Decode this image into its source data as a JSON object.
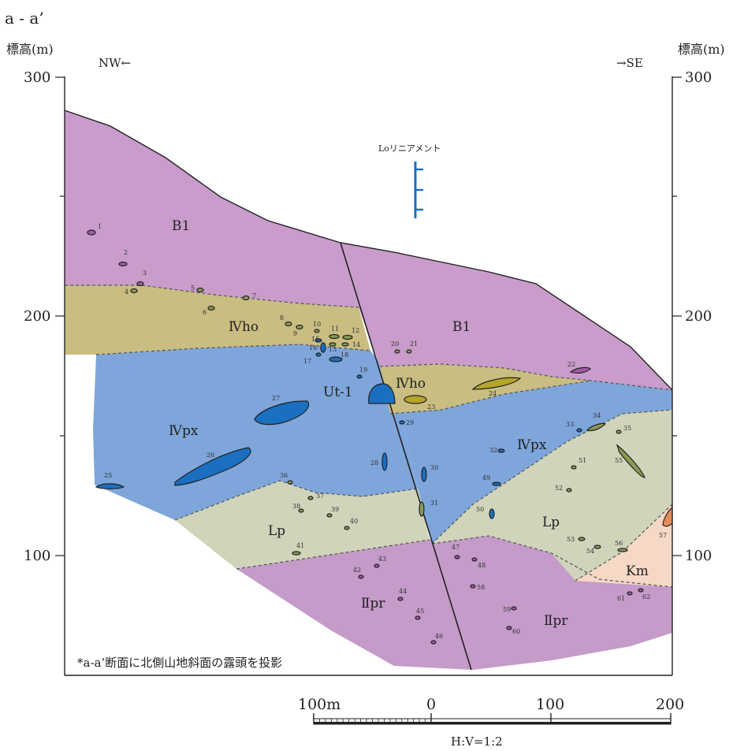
{
  "section_title": "a - a’",
  "left_axis_label": "標高(m)",
  "right_axis_label": "標高(m)",
  "direction_left": "NW←",
  "direction_right": "→SE",
  "elevation_ticks": [
    "300",
    "200",
    "100"
  ],
  "lineament_label": "Loリニアメント",
  "units": {
    "b1_upper": "B1",
    "b1_right": "B1",
    "ivho_left": "Ⅳho",
    "ivho_right": "Ⅳho",
    "ut1": "Ut-1",
    "ivpx_left": "Ⅳpx",
    "ivpx_right": "Ⅳpx",
    "lp_left": "Lp",
    "lp_right": "Lp",
    "km": "Km",
    "iipr_left": "Ⅱpr",
    "iipr_right": "Ⅱpr"
  },
  "note": "*a-a’断面に北側山地斜面の露頭を投影",
  "scale_bar": {
    "labels": [
      "100m",
      "0",
      "100",
      "200"
    ],
    "ratio": "H:V=1:2"
  },
  "outcrop_numbers": [
    "1",
    "2",
    "3",
    "4",
    "5",
    "6",
    "7",
    "8",
    "9",
    "10",
    "11",
    "12",
    "13",
    "14",
    "15",
    "16",
    "17",
    "18",
    "19",
    "20",
    "21",
    "22",
    "23",
    "24",
    "25",
    "26",
    "27",
    "28",
    "29",
    "30",
    "31",
    "32",
    "33",
    "34",
    "35",
    "36",
    "37",
    "38",
    "39",
    "40",
    "41",
    "42",
    "43",
    "44",
    "45",
    "46",
    "47",
    "48",
    "49",
    "50",
    "51",
    "52",
    "53",
    "54",
    "55",
    "56",
    "57",
    "58",
    "59",
    "60",
    "61",
    "62"
  ],
  "colors": {
    "b1": "#c99ccb",
    "ivho": "#c9bd82",
    "ivpx": "#7ea6db",
    "lp": "#cfd4bb",
    "km": "#f6d8c6",
    "iipr": "#c59bc9",
    "outcrop_blue": "#1a6fc0",
    "outcrop_olive": "#8a9a55",
    "outcrop_yellow": "#b5a52a",
    "outcrop_purple": "#9d5aa6",
    "lineament": "#1a6fc0"
  }
}
